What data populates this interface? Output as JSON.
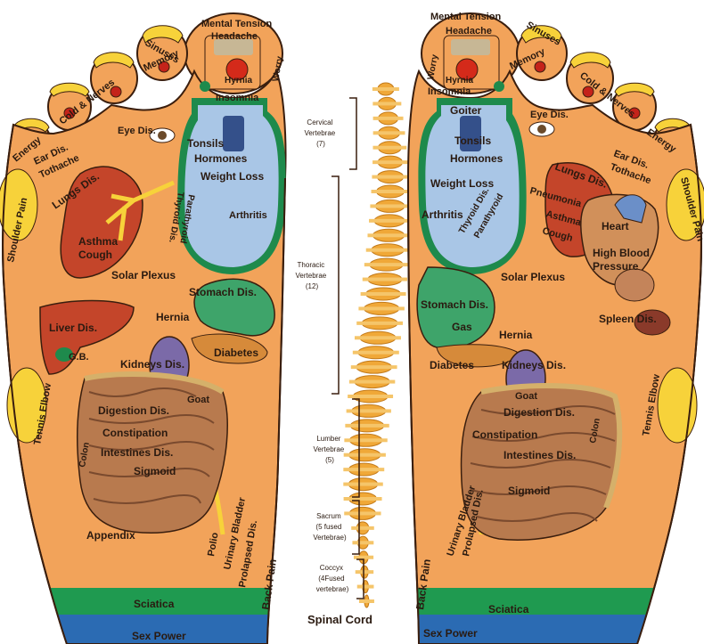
{
  "colors": {
    "skin": "#f2a35a",
    "skin_dark": "#e38a3a",
    "outline": "#3a1e0e",
    "blue_zone": "#a9c6e6",
    "green_border": "#1e8a4c",
    "yellow": "#f7d23a",
    "sciatica_band": "#1f9a50",
    "sex_power_band": "#2b6bb3",
    "organ_red": "#c4452a",
    "organ_purple": "#7b6aa8",
    "stomach_green": "#3ea46a",
    "spine": "#f0a838"
  },
  "left_foot": {
    "top": {
      "mental_tension": "Mental Tension",
      "headache": "Headache",
      "hyrnia": "Hyrnia",
      "insomnia": "Insomnia",
      "worry": "Worry"
    },
    "toes": {
      "sinuses": "Sinuses",
      "memory": "Memory",
      "cold_nerves": "Cold & Nerves",
      "energy": "Energy"
    },
    "eye_dis": "Eye Dis.",
    "ear_dis": "Ear Dis.",
    "tothache": "Tothache",
    "shoulder_pain": "Shoulder Pain",
    "lungs_dis": "Lungs Dis.",
    "asthma": "Asthma",
    "cough": "Cough",
    "tonsils": "Tonsils",
    "hormones": "Hormones",
    "weight_loss": "Weight Loss",
    "arthritis": "Arthritis",
    "thyroid_dis": "Thyroid Dis.",
    "parathyroid": "Parathyroid",
    "solar_plexus": "Solar Plexus",
    "stomach_dis": "Stomach Dis.",
    "liver_dis": "Liver Dis.",
    "hernia": "Hernia",
    "gb": "G.B.",
    "kidneys_dis": "Kidneys Dis.",
    "diabetes": "Diabetes",
    "tennis_elbow": "Tennis Elbow",
    "goat": "Goat",
    "digestion_dis": "Digestion Dis.",
    "constipation": "Constipation",
    "colon": "Colon",
    "intestines_dis": "Intestines Dis.",
    "sigmoid": "Sigmoid",
    "appendix": "Appendix",
    "polio": "Polio",
    "urinary_bladder": "Urinary Bladder",
    "prolapsed_dis": "Prolapsed Dis.",
    "back_pain": "Back Pain",
    "sciatica": "Sciatica",
    "sex_power": "Sex Power"
  },
  "right_foot": {
    "top": {
      "mental_tension": "Mental Tension",
      "headache": "Headache",
      "hyrnia": "Hyrnia",
      "insomnia": "Insomnia",
      "worry": "Worry"
    },
    "toes": {
      "sinuses": "Sinuses",
      "memory": "Memory",
      "cold_nerves": "Cold & Nerves",
      "energy": "Energy"
    },
    "goiter": "Goiter",
    "eye_dis": "Eye Dis.",
    "ear_dis": "Ear Dis.",
    "tothache": "Tothache",
    "shoulder_pain": "Shoulder Pain",
    "tonsils": "Tonsils",
    "hormones": "Hormones",
    "lungs_dis": "Lungs Dis.",
    "weight_loss": "Weight Loss",
    "pneumonia": "Pneumonia",
    "asthma": "Asthma",
    "cough": "Cough",
    "heart": "Heart",
    "arthritis": "Arthritis",
    "thyroid_dis": "Thyroid Dis.",
    "parathyroid": "Parathyroid",
    "high_blood": "High Blood",
    "pressure": "Pressure",
    "solar_plexus": "Solar Plexus",
    "stomach_dis": "Stomach Dis.",
    "gas": "Gas",
    "spleen_dis": "Spleen Dis.",
    "hernia": "Hernia",
    "diabetes": "Diabetes",
    "kidneys_dis": "Kidneys Dis.",
    "tennis_elbow": "Tennis Elbow",
    "goat": "Goat",
    "digestion_dis": "Digestion Dis.",
    "constipation": "Constipation",
    "colon": "Colon",
    "intestines_dis": "Intestines Dis.",
    "sigmoid": "Sigmoid",
    "urinary_bladder": "Urinary Bladder",
    "prolapsed_dis": "Prolapsed Dis.",
    "back_pain": "Back Pain",
    "sciatica": "Sciatica",
    "sex_power": "Sex Power"
  },
  "spine": {
    "cervical": [
      "Cervical",
      "Vertebrae",
      "(7)"
    ],
    "thoracic": [
      "Thoracic",
      "Vertebrae",
      "(12)"
    ],
    "lumber": [
      "Lumber",
      "Vertebrae",
      "(5)"
    ],
    "sacrum": [
      "Sacrum",
      "(5 fused",
      "Vertebrae)"
    ],
    "coccyx": [
      "Coccyx",
      "(4Fused",
      "vertebrae)"
    ],
    "title": "Spinal Cord"
  }
}
